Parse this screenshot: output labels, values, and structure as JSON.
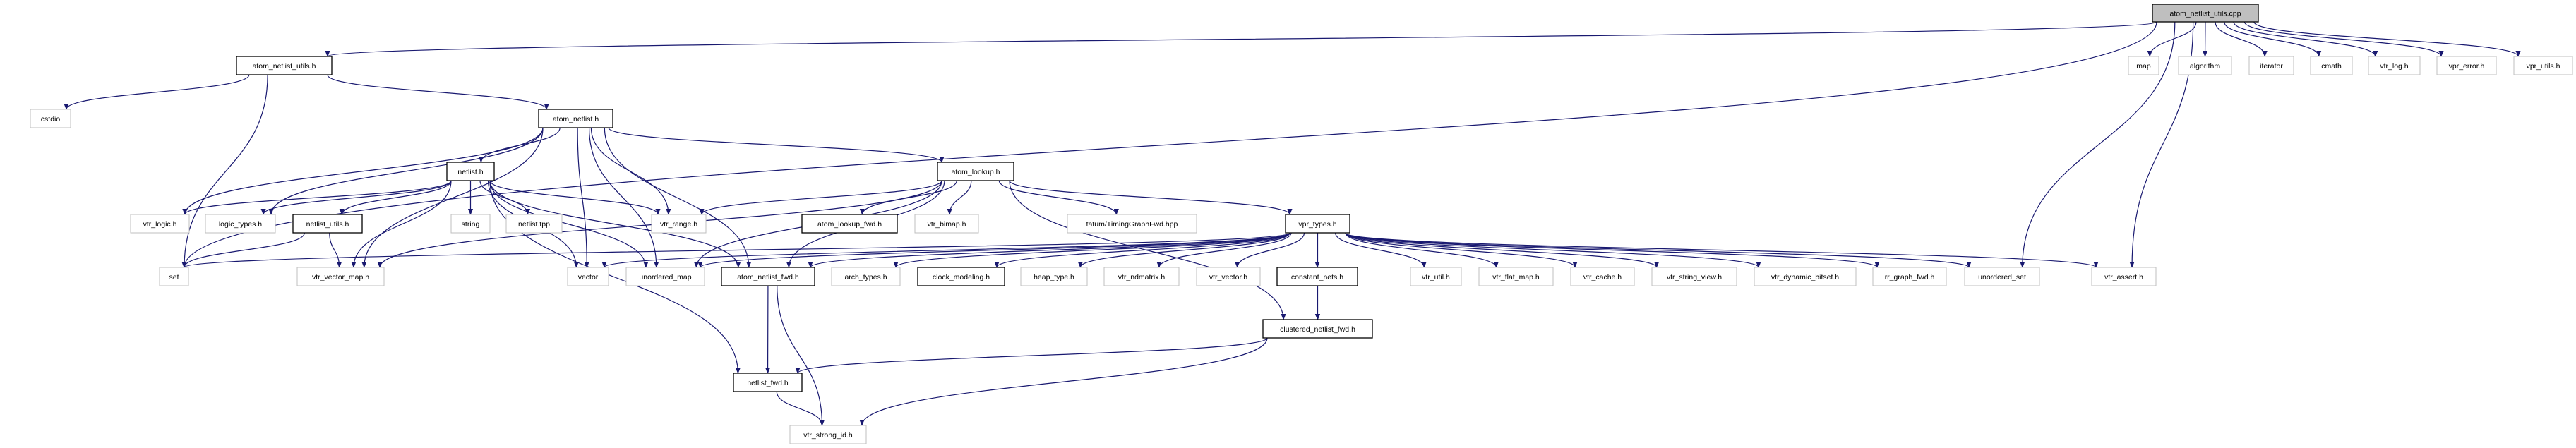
{
  "colors": {
    "edge": "#191970",
    "documented_border": "#000000",
    "external_border": "#bfbfbf",
    "root_fill": "#bfbfbf"
  },
  "nodes": [
    {
      "id": "cpp",
      "label": "atom_netlist_utils.cpp",
      "style": "root"
    },
    {
      "id": "anu",
      "label": "atom_netlist_utils.h",
      "style": "doc"
    },
    {
      "id": "map",
      "label": "map",
      "style": "ext"
    },
    {
      "id": "algorithm",
      "label": "algorithm",
      "style": "ext"
    },
    {
      "id": "iterator",
      "label": "iterator",
      "style": "ext"
    },
    {
      "id": "cmath",
      "label": "cmath",
      "style": "ext"
    },
    {
      "id": "vtr_log",
      "label": "vtr_log.h",
      "style": "ext"
    },
    {
      "id": "vpr_error",
      "label": "vpr_error.h",
      "style": "ext"
    },
    {
      "id": "vpr_utils",
      "label": "vpr_utils.h",
      "style": "ext"
    },
    {
      "id": "cstdio",
      "label": "cstdio",
      "style": "ext"
    },
    {
      "id": "atom_netlist",
      "label": "atom_netlist.h",
      "style": "doc"
    },
    {
      "id": "netlist",
      "label": "netlist.h",
      "style": "doc"
    },
    {
      "id": "atom_lookup",
      "label": "atom_lookup.h",
      "style": "doc"
    },
    {
      "id": "vtr_logic",
      "label": "vtr_logic.h",
      "style": "ext"
    },
    {
      "id": "logic_types",
      "label": "logic_types.h",
      "style": "ext"
    },
    {
      "id": "netlist_utils",
      "label": "netlist_utils.h",
      "style": "doc"
    },
    {
      "id": "string",
      "label": "string",
      "style": "ext"
    },
    {
      "id": "netlist_tpp",
      "label": "netlist.tpp",
      "style": "ext"
    },
    {
      "id": "vtr_range",
      "label": "vtr_range.h",
      "style": "ext"
    },
    {
      "id": "atom_lookup_fwd",
      "label": "atom_lookup_fwd.h",
      "style": "doc"
    },
    {
      "id": "vtr_bimap",
      "label": "vtr_bimap.h",
      "style": "ext"
    },
    {
      "id": "tatum",
      "label": "tatum/TimingGraphFwd.hpp",
      "style": "ext"
    },
    {
      "id": "vpr_types",
      "label": "vpr_types.h",
      "style": "doc"
    },
    {
      "id": "set",
      "label": "set",
      "style": "ext"
    },
    {
      "id": "vtr_vector_map",
      "label": "vtr_vector_map.h",
      "style": "ext"
    },
    {
      "id": "vector",
      "label": "vector",
      "style": "ext"
    },
    {
      "id": "unordered_map",
      "label": "unordered_map",
      "style": "ext"
    },
    {
      "id": "atom_netlist_fwd",
      "label": "atom_netlist_fwd.h",
      "style": "doc"
    },
    {
      "id": "arch_types",
      "label": "arch_types.h",
      "style": "ext"
    },
    {
      "id": "clock_modeling",
      "label": "clock_modeling.h",
      "style": "doc"
    },
    {
      "id": "heap_type",
      "label": "heap_type.h",
      "style": "ext"
    },
    {
      "id": "vtr_ndmatrix",
      "label": "vtr_ndmatrix.h",
      "style": "ext"
    },
    {
      "id": "vtr_vector",
      "label": "vtr_vector.h",
      "style": "ext"
    },
    {
      "id": "constant_nets",
      "label": "constant_nets.h",
      "style": "doc"
    },
    {
      "id": "vtr_util",
      "label": "vtr_util.h",
      "style": "ext"
    },
    {
      "id": "vtr_flat_map",
      "label": "vtr_flat_map.h",
      "style": "ext"
    },
    {
      "id": "vtr_cache",
      "label": "vtr_cache.h",
      "style": "ext"
    },
    {
      "id": "vtr_string_view",
      "label": "vtr_string_view.h",
      "style": "ext"
    },
    {
      "id": "vtr_dynamic_bitset",
      "label": "vtr_dynamic_bitset.h",
      "style": "ext"
    },
    {
      "id": "rr_graph_fwd",
      "label": "rr_graph_fwd.h",
      "style": "ext"
    },
    {
      "id": "unordered_set",
      "label": "unordered_set",
      "style": "ext"
    },
    {
      "id": "vtr_assert",
      "label": "vtr_assert.h",
      "style": "ext"
    },
    {
      "id": "clustered_netlist_fwd",
      "label": "clustered_netlist_fwd.h",
      "style": "doc"
    },
    {
      "id": "netlist_fwd",
      "label": "netlist_fwd.h",
      "style": "doc"
    },
    {
      "id": "vtr_strong_id",
      "label": "vtr_strong_id.h",
      "style": "ext"
    }
  ],
  "edges": [
    [
      "cpp",
      "anu"
    ],
    [
      "cpp",
      "set"
    ],
    [
      "cpp",
      "map"
    ],
    [
      "cpp",
      "algorithm"
    ],
    [
      "cpp",
      "iterator"
    ],
    [
      "cpp",
      "cmath"
    ],
    [
      "cpp",
      "vtr_log"
    ],
    [
      "cpp",
      "vpr_error"
    ],
    [
      "cpp",
      "vpr_utils"
    ],
    [
      "cpp",
      "unordered_set"
    ],
    [
      "cpp",
      "vtr_assert"
    ],
    [
      "anu",
      "cstdio"
    ],
    [
      "anu",
      "atom_netlist"
    ],
    [
      "anu",
      "set"
    ],
    [
      "atom_netlist",
      "netlist"
    ],
    [
      "atom_netlist",
      "vtr_range"
    ],
    [
      "atom_netlist",
      "vtr_logic"
    ],
    [
      "atom_netlist",
      "logic_types"
    ],
    [
      "atom_netlist",
      "vtr_vector_map"
    ],
    [
      "atom_netlist",
      "vector"
    ],
    [
      "atom_netlist",
      "atom_lookup"
    ],
    [
      "atom_netlist",
      "atom_netlist_fwd"
    ],
    [
      "atom_netlist",
      "unordered_map"
    ],
    [
      "netlist",
      "vtr_logic"
    ],
    [
      "netlist",
      "logic_types"
    ],
    [
      "netlist",
      "netlist_utils"
    ],
    [
      "netlist",
      "string"
    ],
    [
      "netlist",
      "netlist_tpp"
    ],
    [
      "netlist",
      "vtr_range"
    ],
    [
      "netlist",
      "vector"
    ],
    [
      "netlist",
      "unordered_map"
    ],
    [
      "netlist",
      "vtr_vector_map"
    ],
    [
      "netlist",
      "netlist_fwd"
    ],
    [
      "netlist",
      "atom_netlist_fwd"
    ],
    [
      "netlist_utils",
      "set"
    ],
    [
      "netlist_utils",
      "vtr_vector_map"
    ],
    [
      "atom_lookup",
      "vtr_range"
    ],
    [
      "atom_lookup",
      "vtr_vector_map"
    ],
    [
      "atom_lookup",
      "atom_lookup_fwd"
    ],
    [
      "atom_lookup",
      "vtr_bimap"
    ],
    [
      "atom_lookup",
      "tatum"
    ],
    [
      "atom_lookup",
      "vpr_types"
    ],
    [
      "atom_lookup",
      "atom_netlist_fwd"
    ],
    [
      "atom_lookup",
      "unordered_map"
    ],
    [
      "atom_lookup",
      "clustered_netlist_fwd"
    ],
    [
      "vpr_types",
      "set"
    ],
    [
      "vpr_types",
      "vector"
    ],
    [
      "vpr_types",
      "unordered_map"
    ],
    [
      "vpr_types",
      "atom_netlist_fwd"
    ],
    [
      "vpr_types",
      "arch_types"
    ],
    [
      "vpr_types",
      "clock_modeling"
    ],
    [
      "vpr_types",
      "heap_type"
    ],
    [
      "vpr_types",
      "vtr_ndmatrix"
    ],
    [
      "vpr_types",
      "vtr_vector"
    ],
    [
      "vpr_types",
      "constant_nets"
    ],
    [
      "vpr_types",
      "clustered_netlist_fwd"
    ],
    [
      "vpr_types",
      "vtr_util"
    ],
    [
      "vpr_types",
      "vtr_flat_map"
    ],
    [
      "vpr_types",
      "vtr_cache"
    ],
    [
      "vpr_types",
      "vtr_string_view"
    ],
    [
      "vpr_types",
      "vtr_dynamic_bitset"
    ],
    [
      "vpr_types",
      "rr_graph_fwd"
    ],
    [
      "vpr_types",
      "unordered_set"
    ],
    [
      "vpr_types",
      "vtr_assert"
    ],
    [
      "constant_nets",
      "clustered_netlist_fwd"
    ],
    [
      "clustered_netlist_fwd",
      "netlist_fwd"
    ],
    [
      "clustered_netlist_fwd",
      "vtr_strong_id"
    ],
    [
      "atom_netlist_fwd",
      "netlist_fwd"
    ],
    [
      "atom_netlist_fwd",
      "vtr_strong_id"
    ],
    [
      "netlist_fwd",
      "vtr_strong_id"
    ]
  ]
}
